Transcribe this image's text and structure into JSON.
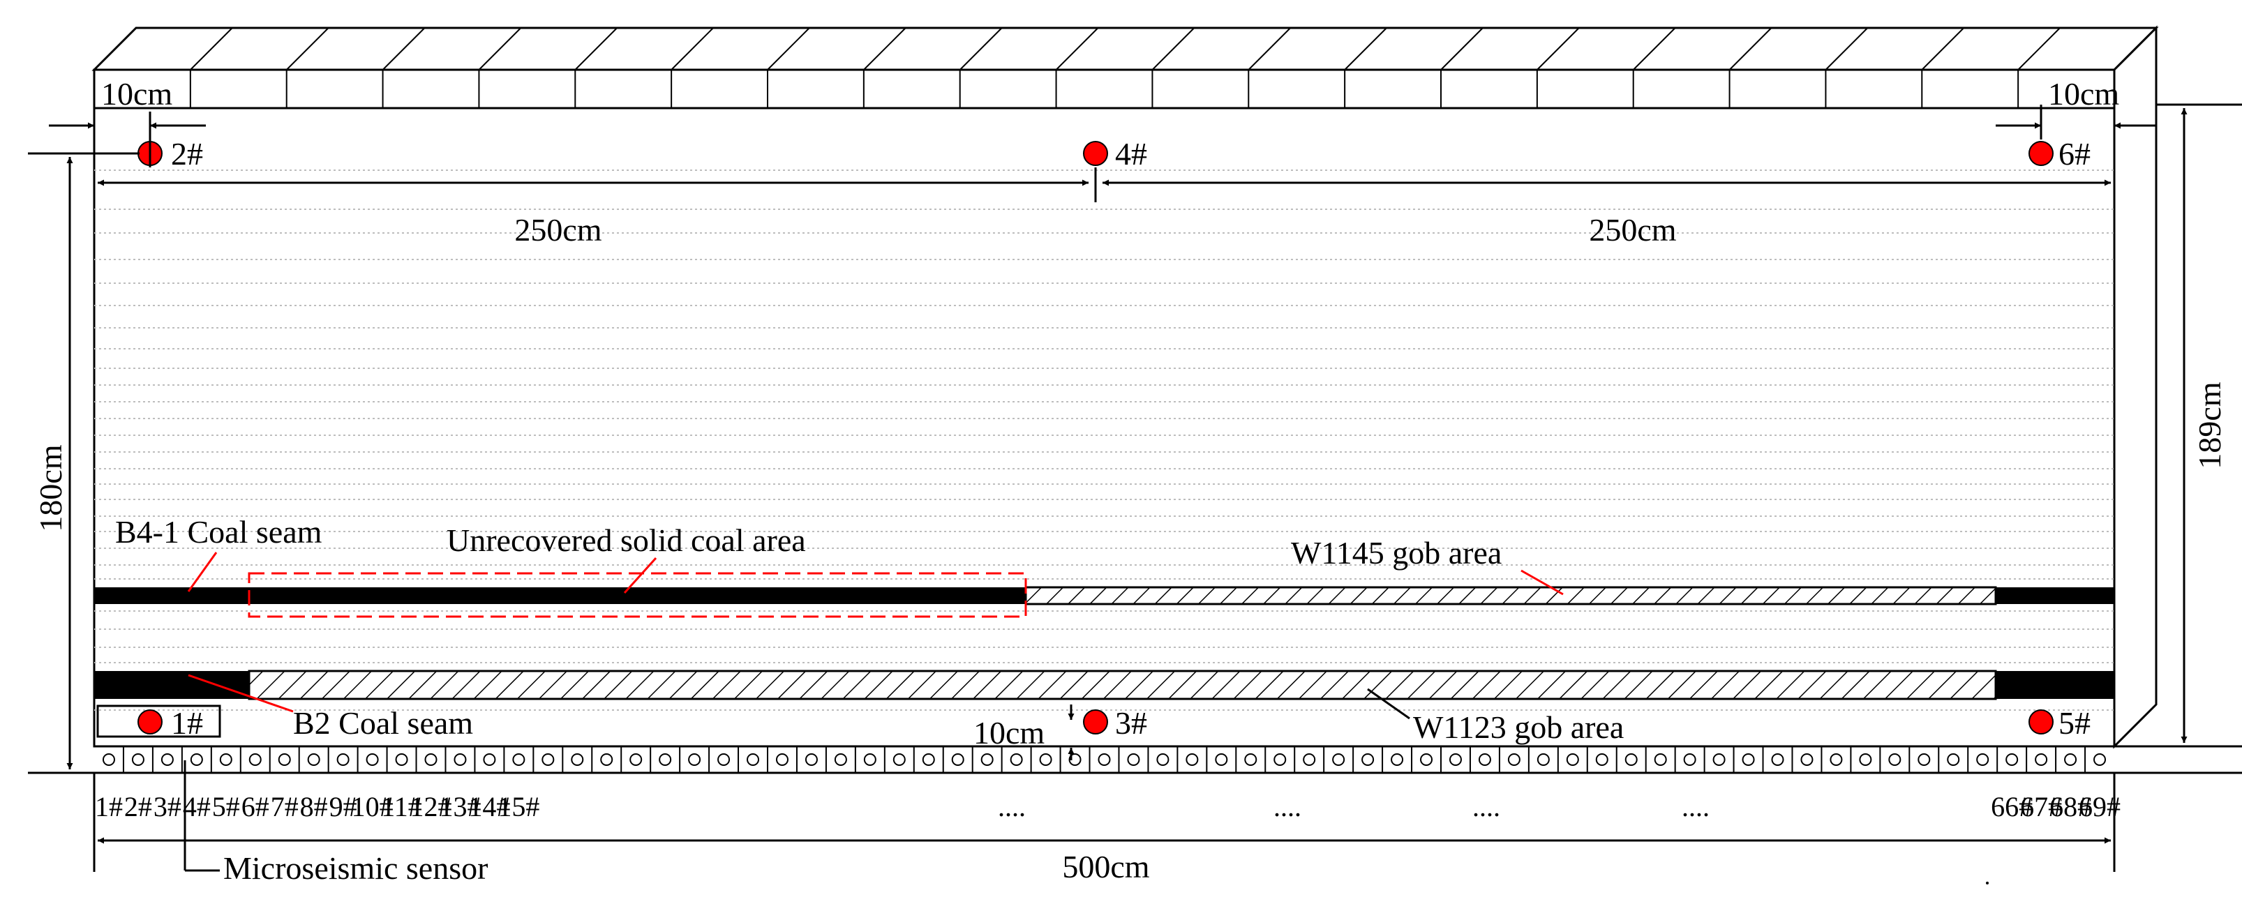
{
  "dimensions": {
    "left_offset": "10cm",
    "right_offset": "10cm",
    "left_span": "250cm",
    "right_span": "250cm",
    "model_height": "180cm",
    "total_height": "189cm",
    "sensor_offset": "10cm",
    "total_width": "500cm"
  },
  "monitoring_points": [
    "1#",
    "2#",
    "3#",
    "4#",
    "5#",
    "6#"
  ],
  "seams": {
    "b41": "B4-1 Coal seam",
    "b2": "B2  Coal seam"
  },
  "areas": {
    "unrecovered": "Unrecovered solid coal area",
    "w1145": "W1145 gob area",
    "w1123": "W1123 gob area"
  },
  "sensors": {
    "caption": "Microseismic sensor",
    "labels": [
      "1#",
      "2#",
      "3#",
      "4#",
      "5#",
      "6#",
      "7#",
      "8#",
      "9#",
      "10#",
      "11#",
      "12#",
      "13#",
      "14#",
      "15#",
      "66#",
      "67#",
      "68#",
      "69#"
    ],
    "ellipsis": "...."
  },
  "colors": {
    "point": "#ff0000",
    "coal": "#000000",
    "unrecovered_box": "#ff0000",
    "layer_lines": "#bdbdbd"
  }
}
